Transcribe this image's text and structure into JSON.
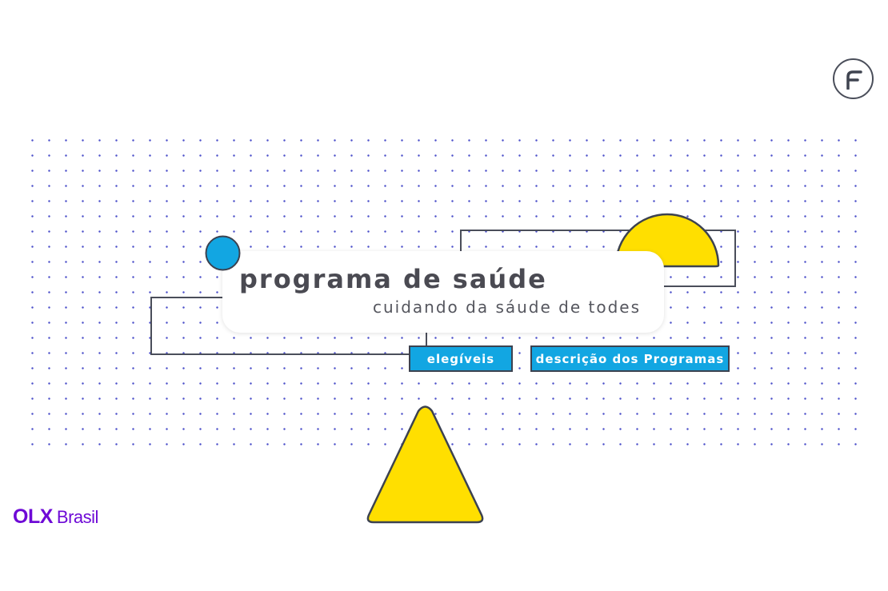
{
  "header": {
    "brand_icon": "letter-f-circle-icon"
  },
  "main": {
    "title": "programa de saúde",
    "subtitle": "cuidando da sáude de todes"
  },
  "links": [
    {
      "label": "elegíveis"
    },
    {
      "label": "descrição dos Programas"
    }
  ],
  "footer": {
    "logo_mark": "OLX",
    "logo_word": "Brasil"
  },
  "colors": {
    "accent_blue": "#12a6e2",
    "accent_yellow": "#ffdf00",
    "dot_purple": "#3a3fc4",
    "outline": "#4a4e5a",
    "brand_purple": "#6e0ad6"
  }
}
